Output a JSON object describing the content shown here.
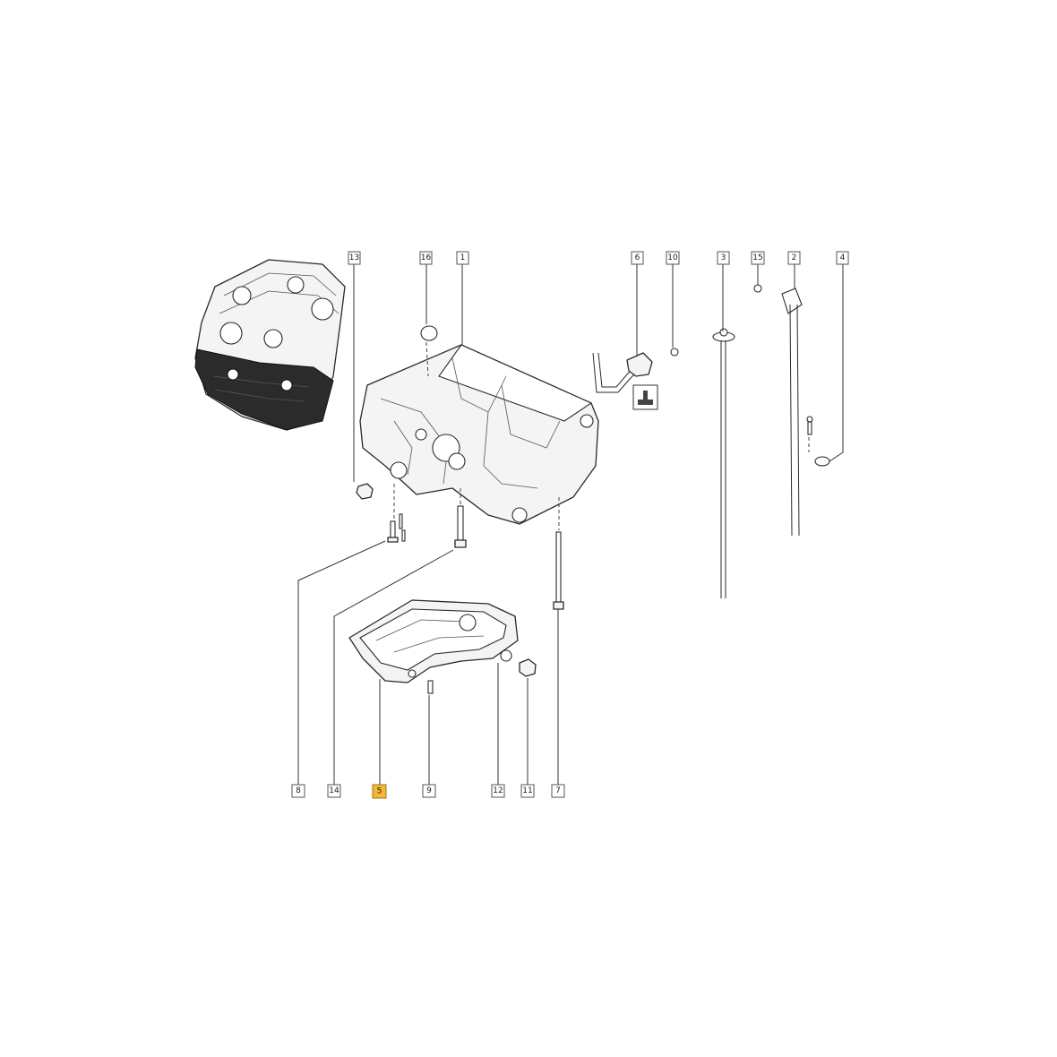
{
  "callouts": [
    {
      "id": "c13",
      "label": "13",
      "highlight": false
    },
    {
      "id": "c16",
      "label": "16",
      "highlight": false
    },
    {
      "id": "c1",
      "label": "1",
      "highlight": false
    },
    {
      "id": "c6",
      "label": "6",
      "highlight": false
    },
    {
      "id": "c10",
      "label": "10",
      "highlight": false
    },
    {
      "id": "c3",
      "label": "3",
      "highlight": false
    },
    {
      "id": "c15",
      "label": "15",
      "highlight": false
    },
    {
      "id": "c2",
      "label": "2",
      "highlight": false
    },
    {
      "id": "c4",
      "label": "4",
      "highlight": false
    },
    {
      "id": "c8",
      "label": "8",
      "highlight": false
    },
    {
      "id": "c14",
      "label": "14",
      "highlight": false
    },
    {
      "id": "c5",
      "label": "5",
      "highlight": true
    },
    {
      "id": "c9",
      "label": "9",
      "highlight": false
    },
    {
      "id": "c12",
      "label": "12",
      "highlight": false
    },
    {
      "id": "c11",
      "label": "11",
      "highlight": false
    },
    {
      "id": "c7",
      "label": "7",
      "highlight": false
    }
  ],
  "colors": {
    "highlight": "#f5b835",
    "line": "#2a2a2a",
    "background": "#ffffff"
  },
  "icons": {
    "torque_symbol": "torque-spec-icon"
  }
}
